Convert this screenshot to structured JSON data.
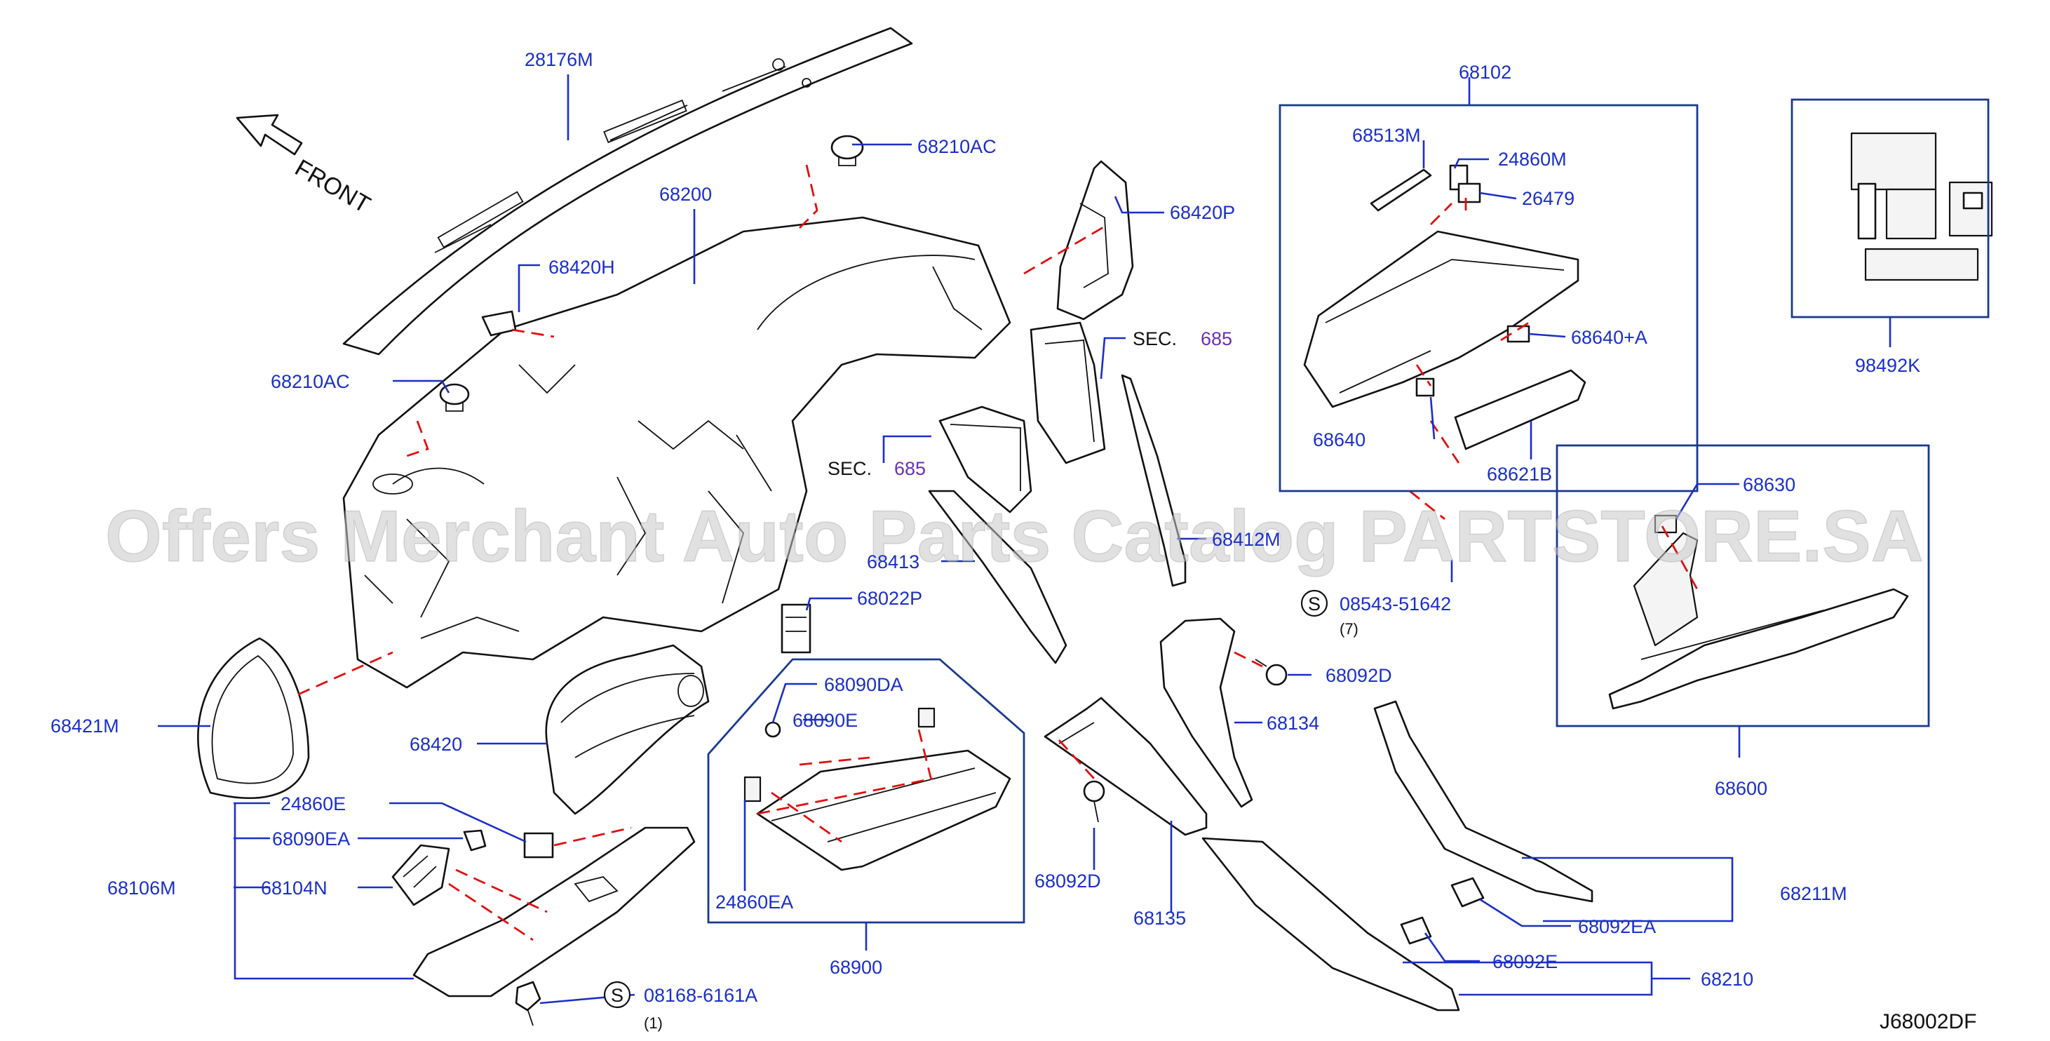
{
  "front_label": "FRONT",
  "watermark": "Offers Merchant Auto Parts Catalog PARTSTORE.SA",
  "diagram_code": "J68002DF",
  "sec_prefix": "SEC.",
  "sec_number": "685",
  "screw_symbol": "S",
  "labels": {
    "p28176M": "28176M",
    "p68210AC_top": "68210AC",
    "p68200": "68200",
    "p68420H": "68420H",
    "p68210AC_left": "68210AC",
    "p68420P": "68420P",
    "p68413": "68413",
    "p68412M": "68412M",
    "p68022P": "68022P",
    "p68421M": "68421M",
    "p68420": "68420",
    "p24860E": "24860E",
    "p68090EA": "68090EA",
    "p68106M": "68106M",
    "p68104N": "68104N",
    "p08168": "08168-6161A",
    "p08168_qty": "(1)",
    "p68090DA": "68090DA",
    "p68090E": "68090E",
    "p24860EA": "24860EA",
    "p68900": "68900",
    "p68092D_mid": "68092D",
    "p68135": "68135",
    "p68092D_right": "68092D",
    "p68134": "68134",
    "p08543": "08543-51642",
    "p08543_qty": "(7)",
    "p68102": "68102",
    "p68513M": "68513M",
    "p24860M": "24860M",
    "p26479": "26479",
    "p68640A": "68640+A",
    "p68640": "68640",
    "p68621B": "68621B",
    "p98492K": "98492K",
    "p68630": "68630",
    "p68600": "68600",
    "p68211M": "68211M",
    "p68092EA": "68092EA",
    "p68092E": "68092E",
    "p68210": "68210"
  }
}
